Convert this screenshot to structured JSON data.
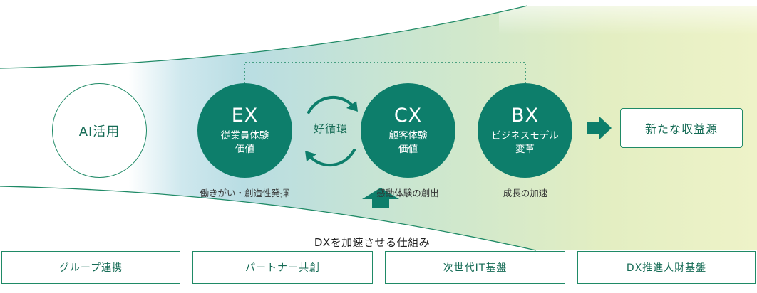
{
  "colors": {
    "accent_dark": "#0d7e6b",
    "accent_line": "#1f8a66",
    "text_green": "#156b55",
    "gradient_blue": "#bcdfe8",
    "gradient_yellow": "#e6efb8"
  },
  "ai_circle": {
    "label": "AI活用"
  },
  "nodes": [
    {
      "abbr": "EX",
      "line1": "従業員体験",
      "line2": "価値",
      "caption": "働きがい・創造性発揮"
    },
    {
      "abbr": "CX",
      "line1": "顧客体験",
      "line2": "価値",
      "caption": "感動体験の創出"
    },
    {
      "abbr": "BX",
      "line1": "ビジネスモデル",
      "line2": "変革",
      "caption": "成長の加速"
    }
  ],
  "cycle_label": "好循環",
  "result": {
    "label": "新たな収益源"
  },
  "mechanisms": {
    "label": "DXを加速させる仕組み",
    "pillars": [
      "グループ連携",
      "パートナー共創",
      "次世代IT基盤",
      "DX推進人財基盤"
    ]
  },
  "icons": {
    "cycle_arrows": "circular-arrows-icon",
    "result_arrow": "arrow-right-icon",
    "up_arrow": "arrow-up-icon"
  }
}
